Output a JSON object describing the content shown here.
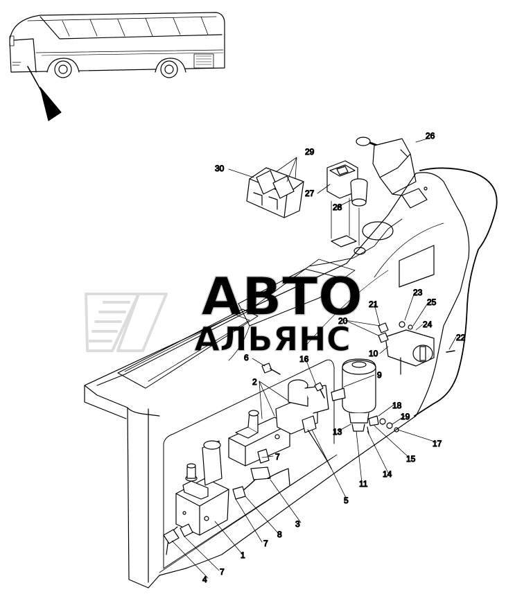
{
  "watermark": {
    "line1": "АВТО",
    "line2": "АЛЬЯНС"
  },
  "callouts": [
    {
      "id": "c1",
      "label": "1"
    },
    {
      "id": "c2",
      "label": "2"
    },
    {
      "id": "c3",
      "label": "3"
    },
    {
      "id": "c4",
      "label": "4"
    },
    {
      "id": "c5",
      "label": "5"
    },
    {
      "id": "c6",
      "label": "6"
    },
    {
      "id": "c7a",
      "label": "7"
    },
    {
      "id": "c7b",
      "label": "7"
    },
    {
      "id": "c7c",
      "label": "7"
    },
    {
      "id": "c8",
      "label": "8"
    },
    {
      "id": "c9",
      "label": "9"
    },
    {
      "id": "c10",
      "label": "10"
    },
    {
      "id": "c11",
      "label": "11"
    },
    {
      "id": "c13",
      "label": "13"
    },
    {
      "id": "c14",
      "label": "14"
    },
    {
      "id": "c15",
      "label": "15"
    },
    {
      "id": "c16",
      "label": "16"
    },
    {
      "id": "c17",
      "label": "17"
    },
    {
      "id": "c18",
      "label": "18"
    },
    {
      "id": "c19",
      "label": "19"
    },
    {
      "id": "c20",
      "label": "20"
    },
    {
      "id": "c21",
      "label": "21"
    },
    {
      "id": "c22",
      "label": "22"
    },
    {
      "id": "c23",
      "label": "23"
    },
    {
      "id": "c24",
      "label": "24"
    },
    {
      "id": "c25",
      "label": "25"
    },
    {
      "id": "c26",
      "label": "26"
    },
    {
      "id": "c27",
      "label": "27"
    },
    {
      "id": "c28",
      "label": "28"
    },
    {
      "id": "c29",
      "label": "29"
    },
    {
      "id": "c30",
      "label": "30"
    }
  ]
}
